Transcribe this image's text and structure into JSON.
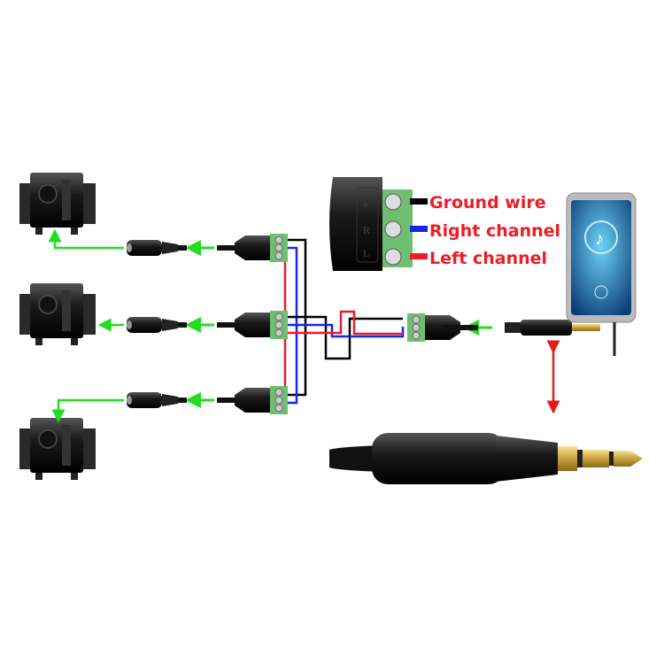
{
  "legend": {
    "items": [
      {
        "label": "Ground wire",
        "color": "#000000"
      },
      {
        "label": "Right channel",
        "color": "#1428e6"
      },
      {
        "label": "Left channel",
        "color": "#ee1c24"
      }
    ]
  },
  "terminal_marks": {
    "plus": "+",
    "r": "R",
    "l": "L"
  },
  "colors": {
    "arrow": "#22dd22",
    "link_arrow": "#e51b1b",
    "terminal": "#6fbf73",
    "label": "#ee1c24"
  },
  "icons": [
    "speaker-icon",
    "female-jack-icon",
    "terminal-adapter-icon",
    "smartphone-icon",
    "male-plug-icon"
  ]
}
